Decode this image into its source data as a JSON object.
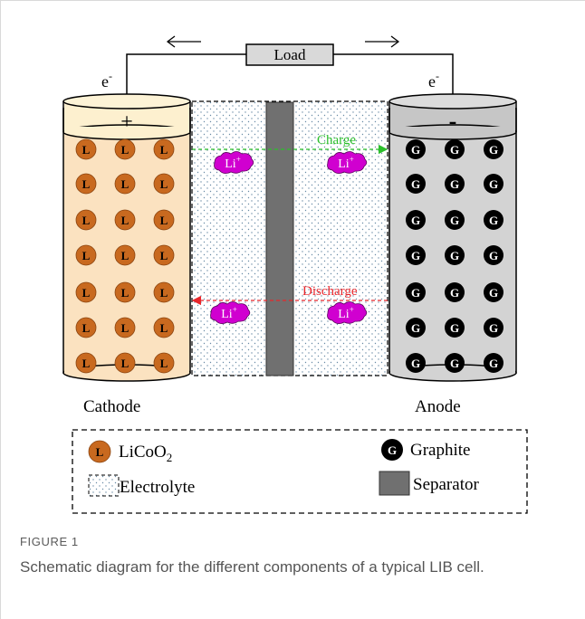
{
  "diagram": {
    "load_label": "Load",
    "electron_label": "e",
    "electron_sup": "-",
    "cathode_sign": "+",
    "anode_sign": "-",
    "cathode_label": "Cathode",
    "anode_label": "Anode",
    "cathode_particle": "L",
    "anode_particle": "G",
    "ion_label": "Li",
    "ion_sup": "+",
    "charge_label": "Charge",
    "discharge_label": "Discharge",
    "colors": {
      "cathode_particle": "#c8691f",
      "cathode_body": "#fbe2c0",
      "anode_body": "#d3d3d3",
      "separator": "#707070",
      "ion": "#d000d0",
      "charge": "#2bbf2b",
      "discharge": "#e8262b"
    }
  },
  "legend": {
    "licoo2_label": "LiCoO",
    "licoo2_sub": "2",
    "graphite_label": "Graphite",
    "electrolyte_label": "Electrolyte",
    "separator_label": "Separator"
  },
  "figure": {
    "label": "FIGURE 1",
    "caption": "Schematic diagram for the different components of a typical LIB cell."
  }
}
